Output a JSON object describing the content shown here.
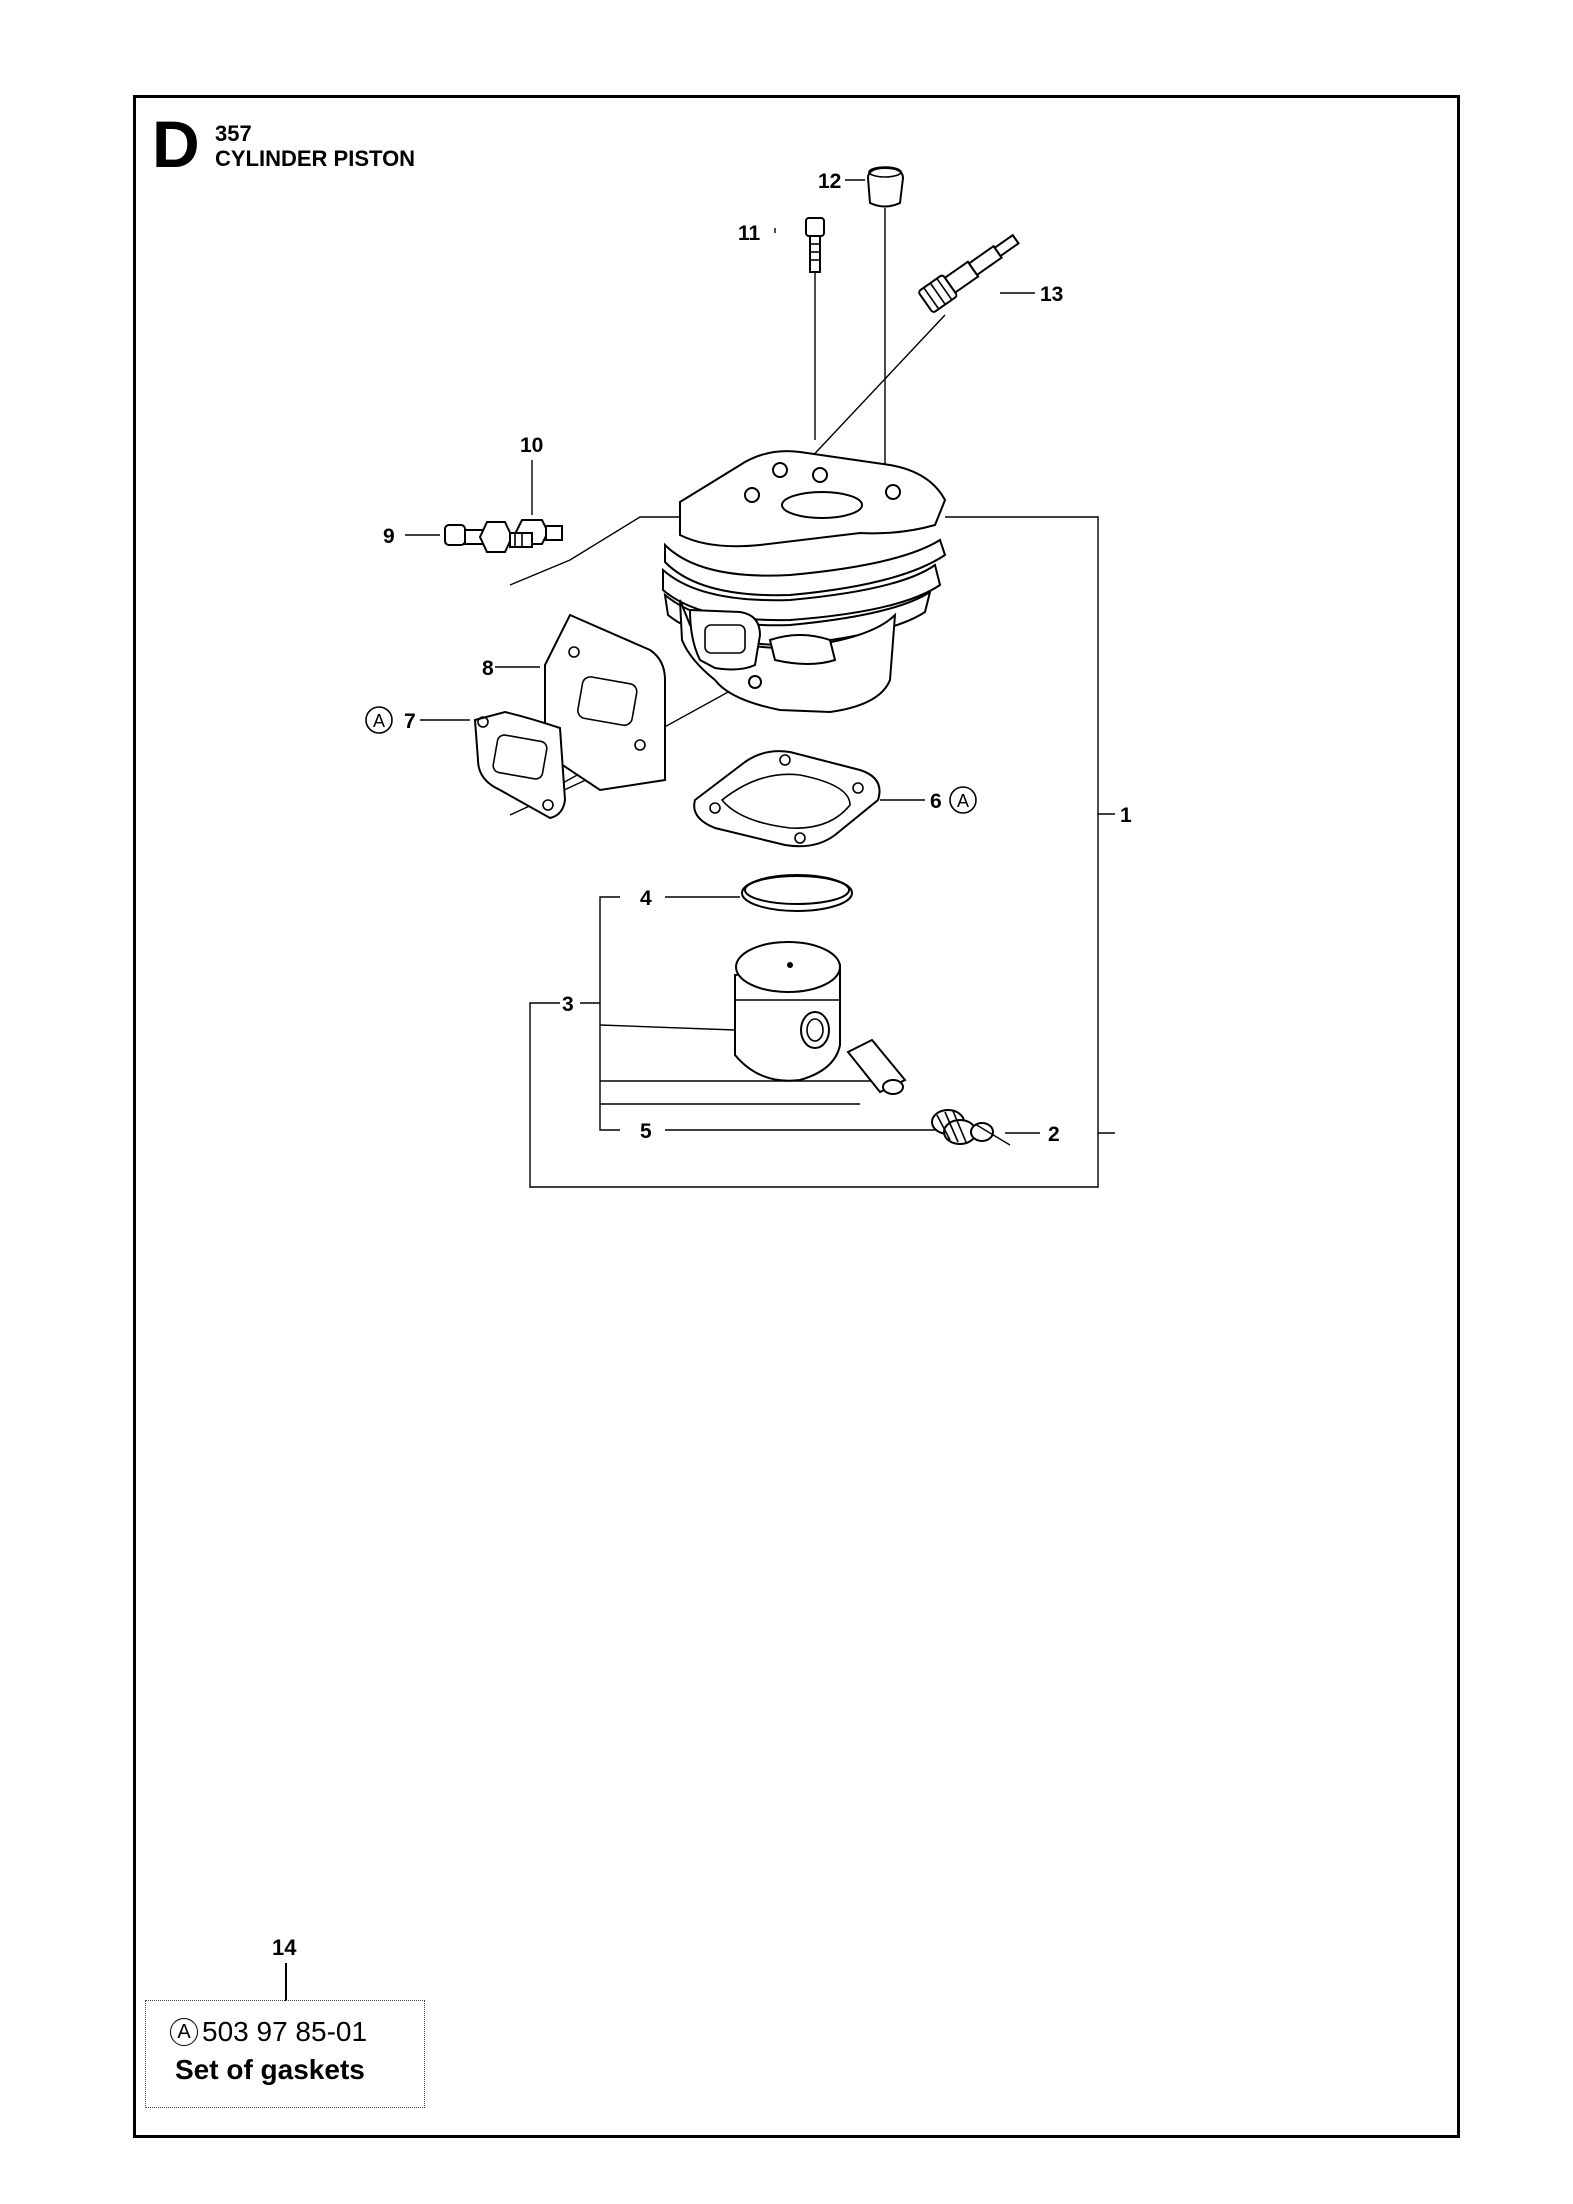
{
  "section": {
    "letter": "D",
    "model": "357",
    "title": "CYLINDER PISTON"
  },
  "callouts": {
    "c1": "1",
    "c2": "2",
    "c3": "3",
    "c4": "4",
    "c5": "5",
    "c6": "6",
    "c7": "7",
    "c8": "8",
    "c9": "9",
    "c10": "10",
    "c11": "11",
    "c12": "12",
    "c13": "13"
  },
  "gasket_marker": "A",
  "kit": {
    "number": "14",
    "marker": "A",
    "part_number": "503 97 85-01",
    "description": "Set of gaskets"
  }
}
